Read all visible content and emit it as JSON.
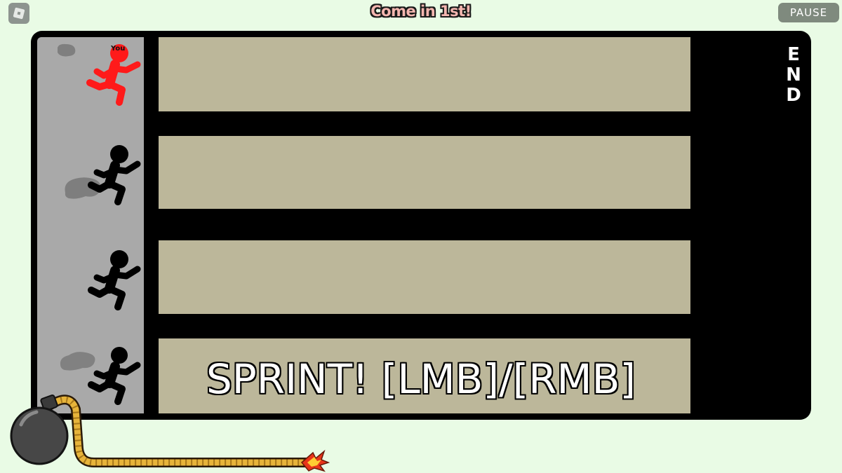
{
  "topbar": {
    "menu_icon": "roblox-logo-icon",
    "objective": "Come in 1st!",
    "pause_label": "PAUSE"
  },
  "race": {
    "finish_label": "END",
    "player_tag": "You",
    "lanes": [
      {
        "runner": "player",
        "color": "#ff1a1a"
      },
      {
        "runner": "opponent",
        "color": "#000000"
      },
      {
        "runner": "opponent",
        "color": "#000000"
      },
      {
        "runner": "opponent",
        "color": "#000000"
      }
    ],
    "prompt": "SPRINT! [LMB]/[RMB]"
  },
  "timer": {
    "bomb_icon": "bomb-icon",
    "fuse_spark_icon": "fire-spark-icon"
  },
  "colors": {
    "background": "#e9fbe5",
    "lane": "#bcb79a",
    "start_zone": "#a9a9a9",
    "player": "#ff1a1a",
    "fuse": "#e7b43a"
  }
}
